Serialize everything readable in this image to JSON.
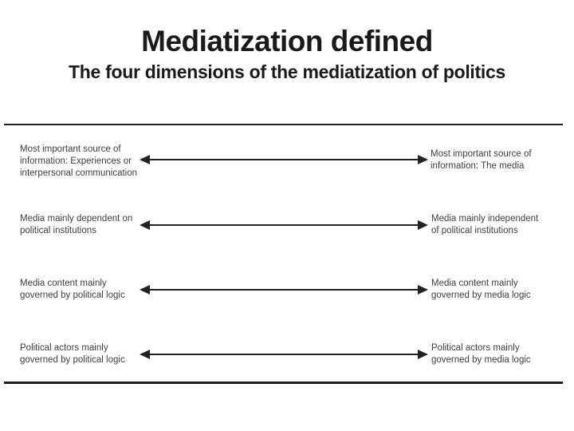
{
  "slide": {
    "title": "Mediatization defined",
    "subtitle": "The four dimensions of the mediatization of politics"
  },
  "diagram": {
    "type": "four-continua-double-arrows",
    "rows": [
      {
        "left": "Most important source of\ninformation: Experiences or\ninterpersonal communication",
        "right": "Most important source of\ninformation: The media"
      },
      {
        "left": "Media mainly dependent on\npolitical institutions",
        "right": "Media mainly independent\nof political institutions"
      },
      {
        "left": "Media content mainly\ngoverned by political logic",
        "right": "Media content mainly\ngoverned by media logic"
      },
      {
        "left": "Political actors mainly\ngoverned by political logic",
        "right": "Political actors mainly\ngoverned by media logic"
      }
    ]
  },
  "colors": {
    "background": "#ffffff",
    "title_text": "#1a1a1a",
    "figure_text": "#3e3e3e",
    "arrow": "#222222",
    "divider": "#1f1f1f"
  }
}
